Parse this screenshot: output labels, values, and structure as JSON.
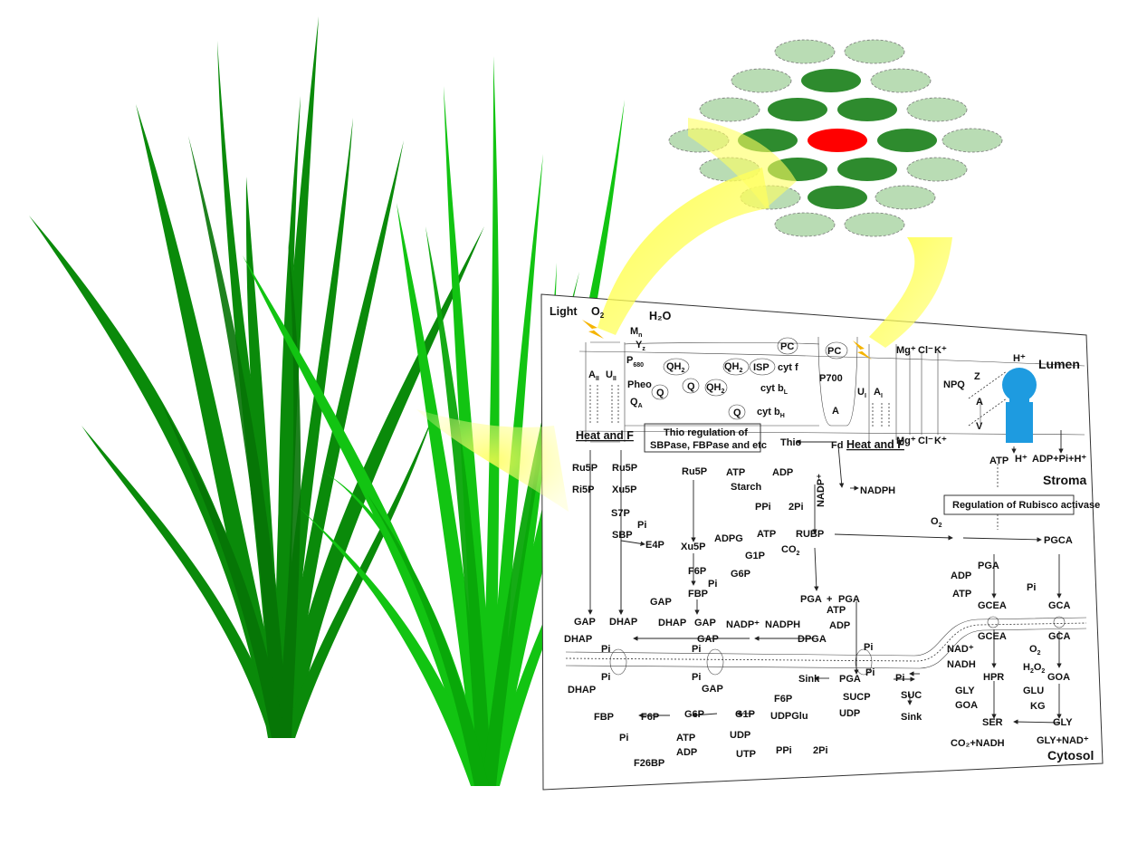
{
  "colors": {
    "plant_dark": "#0a8a0a",
    "plant_bright": "#12c412",
    "canopy_light": "#b9dcb4",
    "canopy_mid": "#2e8b2e",
    "canopy_target": "#ff0000",
    "beam": "#ffff40",
    "atp_synthase": "#1e9be0",
    "diagram_ink": "#222222"
  },
  "membrane": {
    "light": "Light",
    "o2": "O",
    "h2o": "H₂O",
    "mn": "M",
    "mn_sub": "n",
    "yz": "Y",
    "yz_sub": "z",
    "p680": "P",
    "p680_sub": "680",
    "aII": "A",
    "aII_sub": "II",
    "uII": "U",
    "uII_sub": "II",
    "pheo": "Pheo",
    "qa": "Q",
    "qa_sub": "A",
    "qh2": "QH",
    "qh2_sub": "2",
    "q": "Q",
    "isp": "ISP",
    "cytf": "cyt f",
    "pc": "PC",
    "cytbl": "cyt b",
    "cytbl_sub": "L",
    "cytbh": "cyt b",
    "cytbh_sub": "H",
    "p700": "P700",
    "a": "A",
    "ui": "U",
    "ui_sub": "I",
    "ai": "A",
    "ai_sub": "I",
    "mg": "Mg⁺",
    "cl": "Cl⁻",
    "k": "K⁺",
    "hplus": "H⁺",
    "lumen": "Lumen",
    "npq": "NPQ",
    "z": "Z",
    "v": "V",
    "heat_f": "Heat and F",
    "thio_box_1": "Thio regulation of",
    "thio_box_2": "SBPase, FBPase and etc",
    "thio": "Thio",
    "fd": "Fd",
    "nadp_plus": "NADP⁺",
    "nadph": "NADPH",
    "atp": "ATP",
    "adp_pi_h": "ADP+Pi+H⁺",
    "stroma": "Stroma",
    "rubisco_box": "Regulation of Rubisco activase"
  },
  "calvin": {
    "ru5p": "Ru5P",
    "ri5p": "Ri5P",
    "xu5p": "Xu5P",
    "s7p": "S7P",
    "pi": "Pi",
    "sbp": "SBP",
    "e4p": "E4P",
    "f6p": "F6P",
    "fbp": "FBP",
    "gap": "GAP",
    "dhap": "DHAP",
    "g6p": "G6P",
    "g1p": "G1P",
    "adpg": "ADPG",
    "starch": "Starch",
    "ppi": "PPi",
    "two_pi": "2Pi",
    "atp": "ATP",
    "adp": "ADP",
    "rubp": "RUBP",
    "co2": "CO",
    "co2_sub": "2",
    "pga": "PGA",
    "pga_plus": "+",
    "dpga": "DPGA",
    "nadp": "NADP⁺",
    "nadph": "NADPH"
  },
  "photoresp": {
    "o2": "O",
    "o2_sub": "2",
    "pga": "PGA",
    "pgca": "PGCA",
    "adp": "ADP",
    "atp": "ATP",
    "pi": "Pi",
    "gcea": "GCEA",
    "gca": "GCA",
    "nad": "NAD⁺",
    "nadh": "NADH",
    "hpr": "HPR",
    "o2b": "O",
    "h2o2": "H",
    "h2o2_sub1": "2",
    "h2o2_o": "O",
    "h2o2_sub2": "2",
    "goa": "GOA",
    "gly": "GLY",
    "glu": "GLU",
    "kg": "KG",
    "ser": "SER",
    "co2_nadh": "CO₂+NADH",
    "gly_nad": "GLY+NAD⁺"
  },
  "cytosol": {
    "dhap": "DHAP",
    "gap": "GAP",
    "pi": "Pi",
    "fbp": "FBP",
    "f6p": "F6P",
    "g6p": "G6P",
    "g1p": "G1P",
    "udp": "UDP",
    "utp": "UTP",
    "atp": "ATP",
    "adp": "ADP",
    "f26bp": "F26BP",
    "ppi": "PPi",
    "two_pi": "2Pi",
    "sink": "Sink",
    "pga": "PGA",
    "sucp": "SUCP",
    "suc": "SUC",
    "udpglu": "UDPGlu",
    "label": "Cytosol"
  }
}
